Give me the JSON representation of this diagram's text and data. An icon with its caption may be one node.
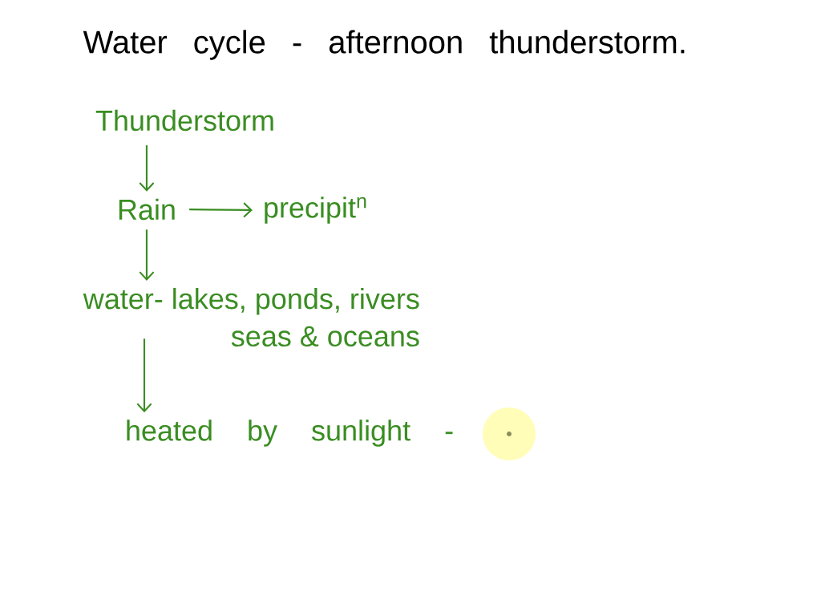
{
  "diagram": {
    "title": "Water cycle - afternoon thunderstorm.",
    "nodes": [
      {
        "text": [
          "Thunderstorm"
        ]
      },
      {
        "text": [
          "Rain"
        ]
      },
      {
        "text": [
          "precipit$^{n}$"
        ]
      },
      {
        "text": [
          "water- lakes, ponds, rivers seas & oceans"
        ]
      },
      {
        "text": [
          "heated by sunlight -"
        ]
      }
    ],
    "edges": [
      {
        "from": 0,
        "to": 1,
        "arrow": "to"
      },
      {
        "from": 1,
        "to": 2,
        "arrow": "to"
      },
      {
        "from": 1,
        "to": 3,
        "arrow": "to"
      },
      {
        "from": 3,
        "to": 4,
        "arrow": "to"
      }
    ]
  }
}
